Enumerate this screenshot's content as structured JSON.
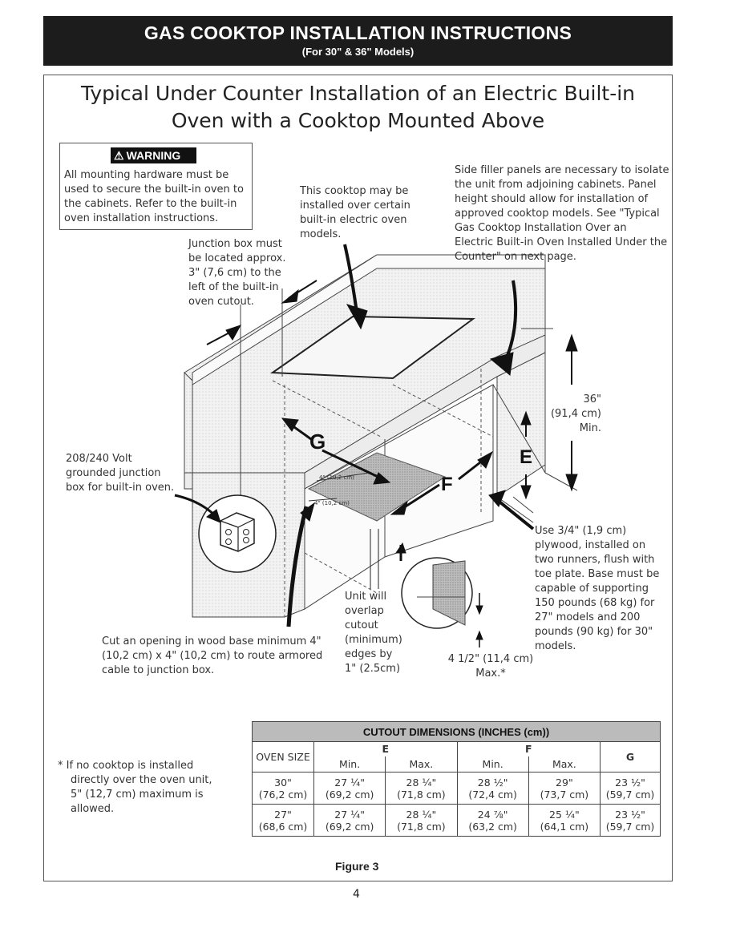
{
  "header": {
    "title": "GAS COOKTOP INSTALLATION INSTRUCTIONS",
    "subtitle": "(For 30\" & 36\" Models)"
  },
  "page_title": {
    "line1": "Typical Under Counter Installation of an Electric Built-in",
    "line2": "Oven with a Cooktop Mounted Above"
  },
  "warning": {
    "label": "WARNING",
    "lines": [
      "All mounting hardware must be",
      "used to secure the built-in oven to",
      "the cabinets. Refer to the built-in",
      "oven installation instructions."
    ]
  },
  "callouts": {
    "cooktop": [
      "This cooktop may be",
      "installed over certain",
      "built-in electric oven",
      "models."
    ],
    "side_filler": [
      "Side filler panels are necessary to isolate",
      "the unit from adjoining cabinets. Panel",
      "height should allow for installation of",
      "approved cooktop models. See \"Typical",
      "Gas Cooktop Installation Over an",
      "Electric Built-in Oven Installed Under the",
      "Counter\" on next page."
    ],
    "junction": [
      "Junction box must",
      "be located approx.",
      "3\" (7,6 cm) to the",
      "left of the built-in",
      "oven cutout."
    ],
    "height": [
      "36\"",
      "(91,4 cm)",
      "Min."
    ],
    "volt": [
      "208/240 Volt",
      "grounded junction",
      "box for built-in oven."
    ],
    "plywood": [
      "Use 3/4\" (1,9 cm)",
      "plywood, installed on",
      "two runners, flush with",
      "toe plate. Base must be",
      "capable of supporting",
      "150 pounds (68 kg) for",
      "27\" models and 200",
      "pounds (90 kg) for 30\"",
      "models."
    ],
    "overlap": [
      "Unit will",
      "overlap",
      "cutout",
      "(minimum)",
      "edges by",
      "1\" (2.5cm)"
    ],
    "opening": [
      "Cut an opening in wood base minimum 4\"",
      "(10,2 cm) x 4\" (10,2 cm) to route armored",
      "cable to junction box."
    ],
    "max": [
      "4 1/2\" (11,4 cm)",
      "Max.*"
    ],
    "dim_small1": "4\" (10,2 cm)",
    "dim_small2": "4\" (10,2 cm)",
    "letter_g": "G",
    "letter_f": "F",
    "letter_e": "E"
  },
  "footnote": [
    "* If no cooktop is installed",
    "directly over the oven unit,",
    "5\" (12,7 cm) maximum is",
    "allowed."
  ],
  "table": {
    "title": "CUTOUT DIMENSIONS (INCHES (cm))",
    "col_oven": "OVEN SIZE",
    "col_e": "E",
    "col_f": "F",
    "col_g": "G",
    "min": "Min.",
    "max": "Max.",
    "rows": [
      {
        "size": "30\"",
        "size_cm": "(76,2 cm)",
        "e_min": "27 ¼\"",
        "e_min_cm": "(69,2 cm)",
        "e_max": "28 ¼\"",
        "e_max_cm": "(71,8 cm)",
        "f_min": "28 ½\"",
        "f_min_cm": "(72,4 cm)",
        "f_max": "29\"",
        "f_max_cm": "(73,7 cm)",
        "g": "23 ½\"",
        "g_cm": "(59,7 cm)"
      },
      {
        "size": "27\"",
        "size_cm": "(68,6 cm)",
        "e_min": "27 ¼\"",
        "e_min_cm": "(69,2 cm)",
        "e_max": "28 ¼\"",
        "e_max_cm": "(71,8 cm)",
        "f_min": "24 ⅞\"",
        "f_min_cm": "(63,2 cm)",
        "f_max": "25 ¼\"",
        "f_max_cm": "(64,1 cm)",
        "g": "23 ½\"",
        "g_cm": "(59,7 cm)"
      }
    ]
  },
  "figure_caption": "Figure 3",
  "page_number": "4"
}
